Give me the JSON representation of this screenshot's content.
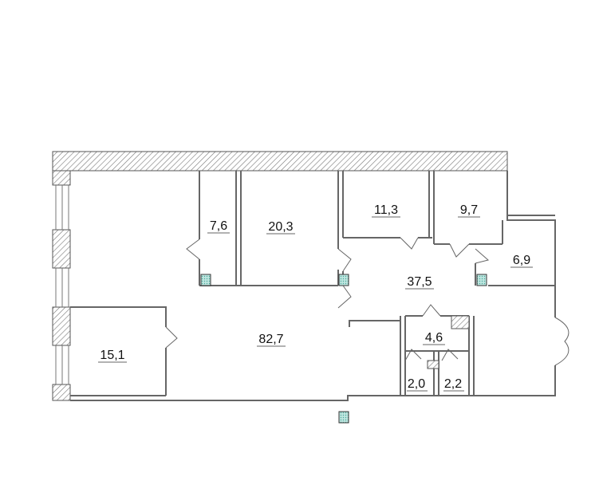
{
  "rooms": [
    {
      "id": "main-hall",
      "area": "82,7"
    },
    {
      "id": "corridor",
      "area": "37,5"
    },
    {
      "id": "room-20",
      "area": "20,3"
    },
    {
      "id": "room-15",
      "area": "15,1"
    },
    {
      "id": "room-11",
      "area": "11,3"
    },
    {
      "id": "room-9",
      "area": "9,7"
    },
    {
      "id": "room-7",
      "area": "7,6"
    },
    {
      "id": "room-6",
      "area": "6,9"
    },
    {
      "id": "room-4",
      "area": "4,6"
    },
    {
      "id": "wc-a",
      "area": "2,0"
    },
    {
      "id": "wc-b",
      "area": "2,2"
    }
  ],
  "colors": {
    "wall": "#666666",
    "shaft": "#8fd0c8",
    "text": "#111111"
  }
}
